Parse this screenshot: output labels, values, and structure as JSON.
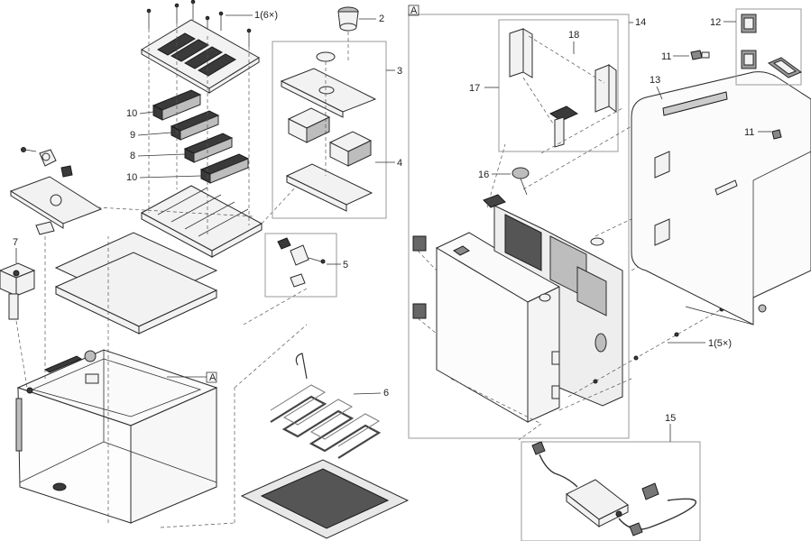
{
  "callouts": {
    "c1a": "1(6×)",
    "c1b": "1(5×)",
    "c2": "2",
    "c3": "3",
    "c4": "4",
    "c5": "5",
    "c6": "6",
    "c7": "7",
    "c8": "8",
    "c9": "9",
    "c10a": "10",
    "c10b": "10",
    "c11a": "11",
    "c11b": "11",
    "c12": "12",
    "c13": "13",
    "c14": "14",
    "c15": "15",
    "c16": "16",
    "c17": "17",
    "c18": "18",
    "detailA_main": "A",
    "detailA_ref": "A"
  }
}
